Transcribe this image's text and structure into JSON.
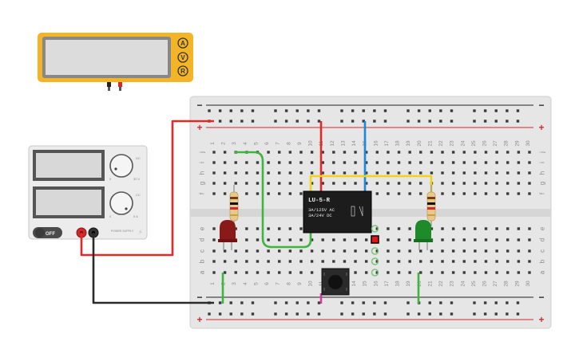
{
  "multimeter": {
    "buttons": [
      "A",
      "V",
      "R"
    ],
    "colors": {
      "body": "#f4b428",
      "screen": "#d6d6d6",
      "probe_black": "#222222",
      "probe_red": "#d22a2a"
    }
  },
  "power_supply": {
    "switch_label": "OFF",
    "knob_top_marks": {
      "min": "0",
      "max": "30 V",
      "side": "DC"
    },
    "knob_bottom_marks": {
      "min": "0",
      "max": "5 A",
      "side": "CC"
    },
    "brand": "POWER SUPPLY"
  },
  "breadboard": {
    "columns": [
      "1",
      "2",
      "3",
      "4",
      "5",
      "6",
      "7",
      "8",
      "9",
      "10",
      "11",
      "12",
      "13",
      "14",
      "15",
      "16",
      "17",
      "18",
      "19",
      "20",
      "21",
      "22",
      "23",
      "24",
      "25",
      "26",
      "27",
      "28",
      "29",
      "30"
    ],
    "rows_top": [
      "j",
      "i",
      "h",
      "g",
      "f"
    ],
    "rows_bottom": [
      "e",
      "d",
      "c",
      "b",
      "a"
    ],
    "rail_minus": "−",
    "rail_plus": "+"
  },
  "relay": {
    "model": "LU-5-R",
    "rating_ac": "3A/125V AC",
    "rating_dc": "3A/24V  DC"
  },
  "components": {
    "led_left": "red",
    "led_right": "green",
    "resistor_left": "resistor",
    "resistor_right": "resistor",
    "pushbutton": "pushbutton"
  },
  "colors": {
    "wire_red": "#e02a2a",
    "wire_black": "#2a2a2a",
    "wire_green": "#3fb43f",
    "wire_blue": "#1a8ad6",
    "wire_yellow": "#f2d21a",
    "wire_magenta": "#d63ca0",
    "board": "#e6e6e6",
    "rail_red": "#d22a2a",
    "rail_black": "#222222"
  }
}
